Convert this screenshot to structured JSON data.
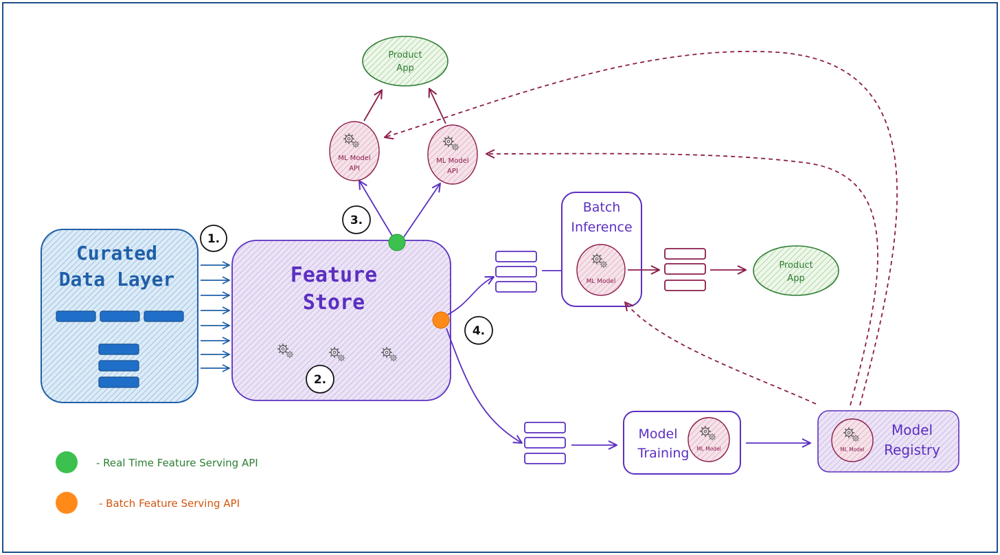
{
  "colors": {
    "frame": "#1f4e89",
    "blue": "#1f5fa8",
    "purple": "#5b2fc0",
    "pink": "#8b1a4a",
    "green_text": "#2e7d32",
    "orange_text": "#d1550f",
    "green_dot": "#3cc04e",
    "orange_dot": "#ff8a1a"
  },
  "curated": {
    "line1": "Curated",
    "line2": "Data Layer"
  },
  "feature_store": {
    "line1": "Feature",
    "line2": "Store"
  },
  "steps": {
    "s1": "1.",
    "s2": "2.",
    "s3": "3.",
    "s4": "4."
  },
  "product_app_top": {
    "line1": "Product",
    "line2": "App"
  },
  "product_app_right": {
    "line1": "Product",
    "line2": "App"
  },
  "ml_api_left": {
    "line1": "ML Model",
    "line2": "API"
  },
  "ml_api_right": {
    "line1": "ML Model",
    "line2": "API"
  },
  "batch_inference": {
    "line1": "Batch",
    "line2": "Inference",
    "model": "ML Model"
  },
  "model_training": {
    "line1": "Model",
    "line2": "Training",
    "model": "ML Model"
  },
  "model_registry": {
    "line1": "Model",
    "line2": "Registry",
    "model": "ML Model"
  },
  "legend": {
    "realtime": "- Real Time Feature Serving API",
    "batch": "- Batch Feature Serving API"
  }
}
